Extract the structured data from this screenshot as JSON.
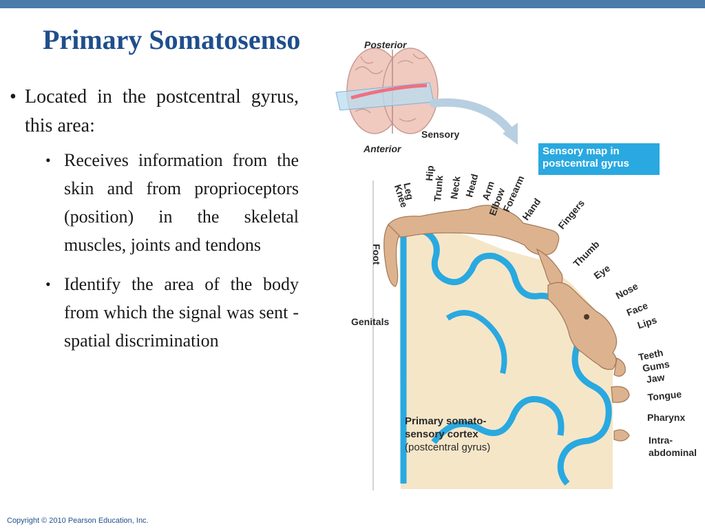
{
  "slide": {
    "title": "Primary Somatosenso",
    "copyright": "Copyright © 2010 Pearson Education, Inc."
  },
  "bullets": {
    "main": "Located in the postcentral gyrus, this area:",
    "sub": [
      "Receives information from the skin and from proprioceptors (position) in the skeletal muscles, joints and tendons",
      "Identify the area of the body from which the signal was sent - spatial discrimination"
    ]
  },
  "figure": {
    "posterior": "Posterior",
    "anterior": "Anterior",
    "sensory": "Sensory",
    "map_box_line1": "Sensory map in",
    "map_box_line2": "postcentral gyrus",
    "cortex_caption_line1": "Primary somato-",
    "cortex_caption_line2": "sensory cortex",
    "cortex_caption_line3": "(postcentral gyrus)",
    "body_parts": {
      "knee": "Knee",
      "leg": "Leg",
      "hip": "Hip",
      "trunk": "Trunk",
      "neck": "Neck",
      "head": "Head",
      "arm": "Arm",
      "elbow": "Elbow",
      "forearm": "Forearm",
      "hand": "Hand",
      "fingers": "Fingers",
      "thumb": "Thumb",
      "eye": "Eye",
      "nose": "Nose",
      "face": "Face",
      "lips": "Lips",
      "teeth": "Teeth",
      "gums": "Gums",
      "jaw": "Jaw",
      "tongue": "Tongue",
      "pharynx": "Pharynx",
      "intra": "Intra-",
      "abdominal": "abdominal",
      "foot": "Foot",
      "genitals": "Genitals"
    }
  },
  "colors": {
    "title": "#1f4e8c",
    "top_bar": "#4a7bab",
    "cortex_blue": "#29a9e0",
    "tissue": "#f5e6c8",
    "homunculus": "#dcb38e"
  }
}
